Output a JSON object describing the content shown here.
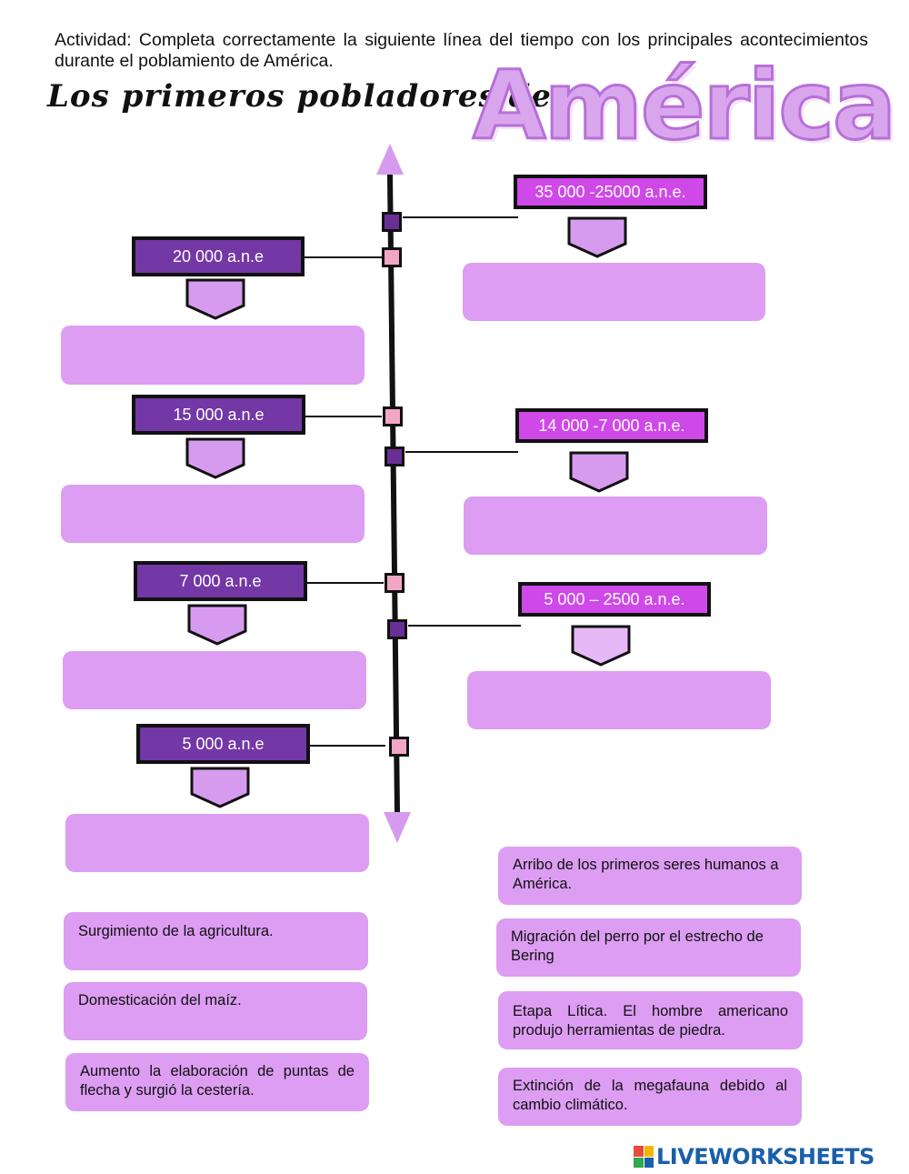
{
  "instructions": "Actividad: Completa correctamente la siguiente línea del tiempo con los principales acontecimientos durante el poblamiento de América.",
  "title": {
    "script": "Los primeros pobladores de",
    "big": "América"
  },
  "timeline": {
    "left_dates": [
      "20 000 a.n.e",
      "15 000 a.n.e",
      "7 000 a.n.e",
      "5 000 a.n.e"
    ],
    "right_dates": [
      "35 000 -25000 a.n.e.",
      "14 000 -7 000 a.n.e.",
      "5 000 – 2500 a.n.e."
    ]
  },
  "cards": {
    "left": [
      "Surgimiento de la agricultura.",
      "Domesticación del maíz.",
      "Aumento la elaboración de puntas de flecha y surgió la cestería."
    ],
    "right": [
      "Arribo de los primeros seres humanos a América.",
      "Migración del perro por el estrecho de Bering",
      "Etapa Lítica. El hombre americano produjo herramientas de piedra.",
      "Extinción de la megafauna debido al cambio climático."
    ]
  },
  "logo": {
    "text": "LIVEWORKSHEETS",
    "icon": "liveworksheets-logo-icon"
  },
  "colors": {
    "dark_purple": "#7337a6",
    "magenta": "#cf48e8",
    "light_purple": "#dc9df2",
    "pink_marker": "#f2a6c6"
  }
}
